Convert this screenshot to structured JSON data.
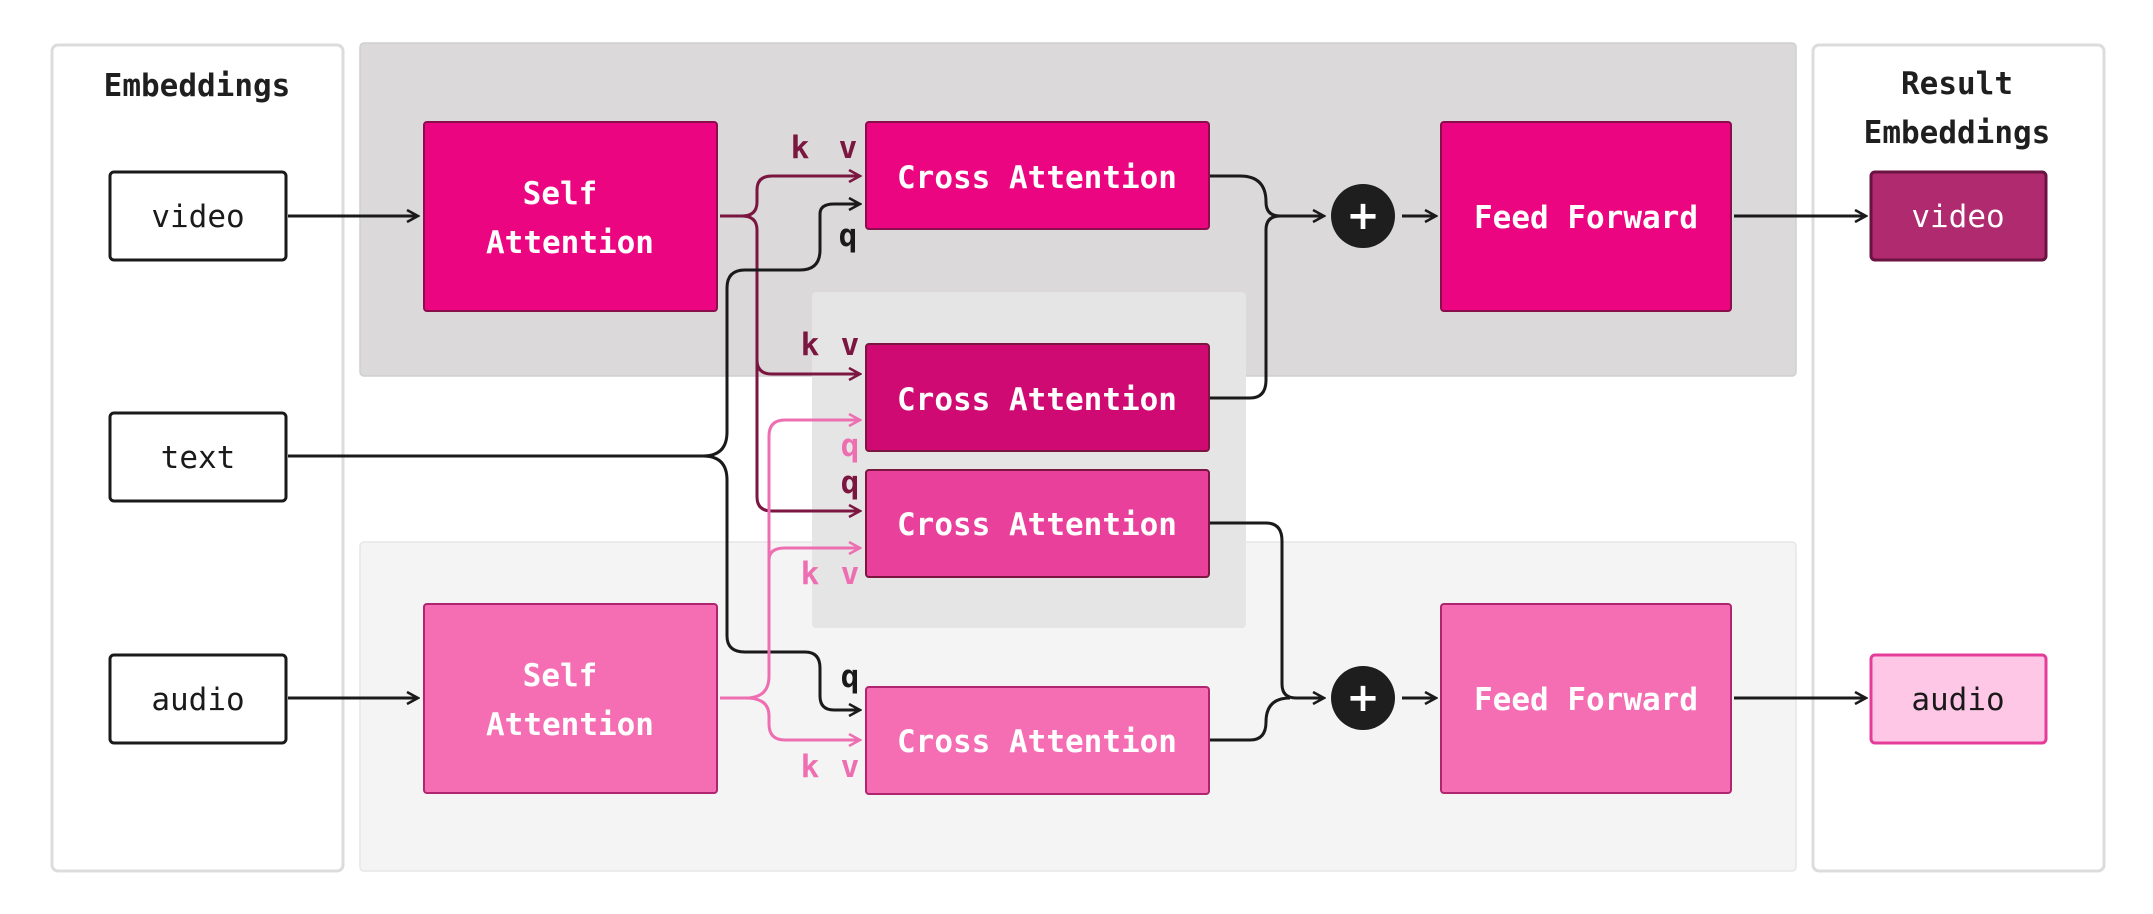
{
  "columns": {
    "left_title": "Embeddings",
    "right_title_line1": "Result",
    "right_title_line2": "Embeddings"
  },
  "inputs": {
    "video": "video",
    "text": "text",
    "audio": "audio"
  },
  "outputs": {
    "video": "video",
    "audio": "audio"
  },
  "blocks": {
    "self_attention_line1": "Self",
    "self_attention_line2": "Attention",
    "cross_attention": "Cross Attention",
    "feed_forward": "Feed Forward",
    "plus": "+"
  },
  "ports": {
    "k": "k",
    "v": "v",
    "q": "q"
  },
  "colors": {
    "video_block": "#ec0580",
    "video_output": "#b02a6f",
    "a2v_cross": "#d00a73",
    "v2a_cross": "#e9409b",
    "audio_block": "#f56db3",
    "audio_output": "#ffc7e6",
    "video_row_bg": "#dbd9da",
    "audio_row_bg": "#f4f4f4",
    "cross_row_bg": "#e5e5e5"
  }
}
